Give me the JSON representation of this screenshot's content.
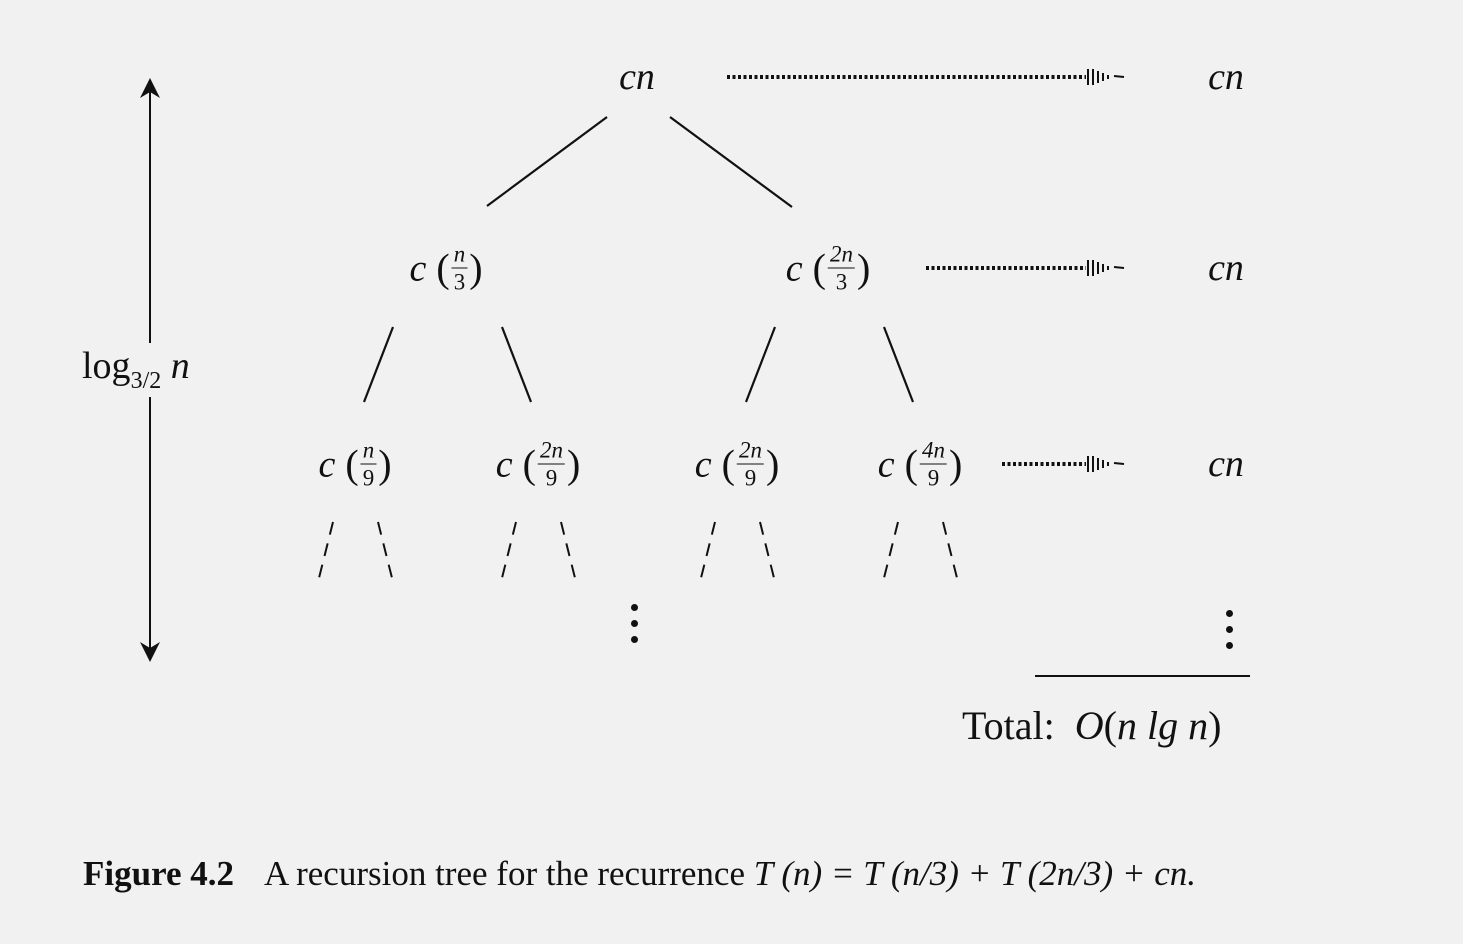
{
  "height_label": {
    "base": "log",
    "subscript": "3/2",
    "var": "n"
  },
  "root": {
    "label": "cn"
  },
  "level1": [
    {
      "c": "c",
      "num": "n",
      "den": "3"
    },
    {
      "c": "c",
      "num": "2n",
      "den": "3"
    }
  ],
  "level2": [
    {
      "c": "c",
      "num": "n",
      "den": "9"
    },
    {
      "c": "c",
      "num": "2n",
      "den": "9"
    },
    {
      "c": "c",
      "num": "2n",
      "den": "9"
    },
    {
      "c": "c",
      "num": "4n",
      "den": "9"
    }
  ],
  "row_sums": [
    "cn",
    "cn",
    "cn"
  ],
  "total": {
    "label": "Total:",
    "expr_O": "O",
    "expr_inner": "n lg n"
  },
  "caption": {
    "figure": "Figure 4.2",
    "text": "A recursion tree for the recurrence",
    "equation": "T (n) = T (n/3) + T (2n/3) + cn."
  }
}
